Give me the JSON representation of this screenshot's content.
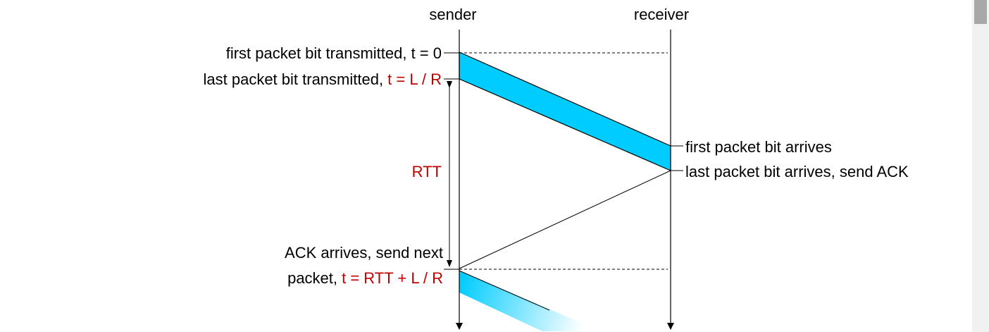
{
  "diagram": {
    "sender_label": "sender",
    "receiver_label": "receiver",
    "first_bit_transmitted": "first packet bit transmitted, t = 0",
    "last_bit_transmitted_prefix": "last packet bit transmitted, ",
    "last_bit_transmitted_time": "t = L / R",
    "rtt_label": "RTT",
    "first_bit_arrives": "first packet bit arrives",
    "last_bit_arrives": "last packet bit arrives, send ACK",
    "ack_arrives_line1": "ACK arrives, send next",
    "ack_arrives_line2_prefix": "packet, ",
    "ack_arrives_line2_time": "t = RTT + L / R"
  },
  "colors": {
    "packet_fill": "#00ccff",
    "time_label": "#c00000"
  }
}
